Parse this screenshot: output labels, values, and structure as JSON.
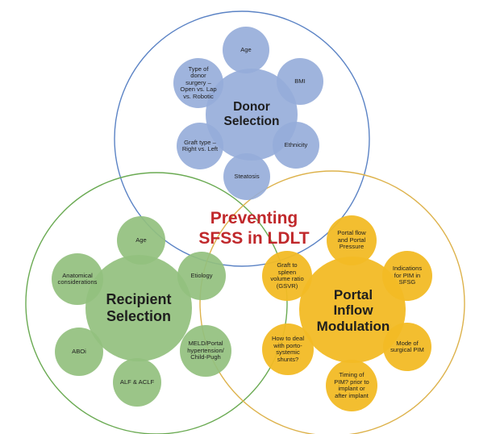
{
  "center_title": "Preventing\nSFSS in LDLT",
  "donor": {
    "title": "Donor\nSelection",
    "items": [
      "Age",
      "BMI",
      "Ethnicity",
      "Steatosis",
      "Graft type –\nRight vs. Left",
      "Type of\ndonor\nsurgery –\nOpen vs. Lap\nvs. Robotic"
    ]
  },
  "recipient": {
    "title": "Recipient\nSelection",
    "items": [
      "Age",
      "Etiology",
      "MELD/Portal\nhypertension/\nChild-Pugh",
      "ALF & ACLF",
      "ABOi",
      "Anatomical\nconsiderations"
    ]
  },
  "portal": {
    "title": "Portal\nInflow\nModulation",
    "items": [
      "Portal flow\nand Portal\nPressure",
      "Indications\nfor PIM in\nSFSG",
      "Mode of\nsurgical PIM",
      "Timing of\nPIM? prior to\nimplant or\nafter implant",
      "How to deal\nwith porto-\nsystemic\nshunts?",
      "Graft to\nspleen\nvolume ratio\n(GSVR)"
    ]
  },
  "colors": {
    "donor_fill": "#95acd9",
    "donor_ring": "#5b83c5",
    "recipient_fill": "#93c07e",
    "recipient_ring": "#6aaa52",
    "portal_fill": "#f2bb25",
    "portal_ring": "#ddb24b",
    "title_red": "#c0282b"
  }
}
